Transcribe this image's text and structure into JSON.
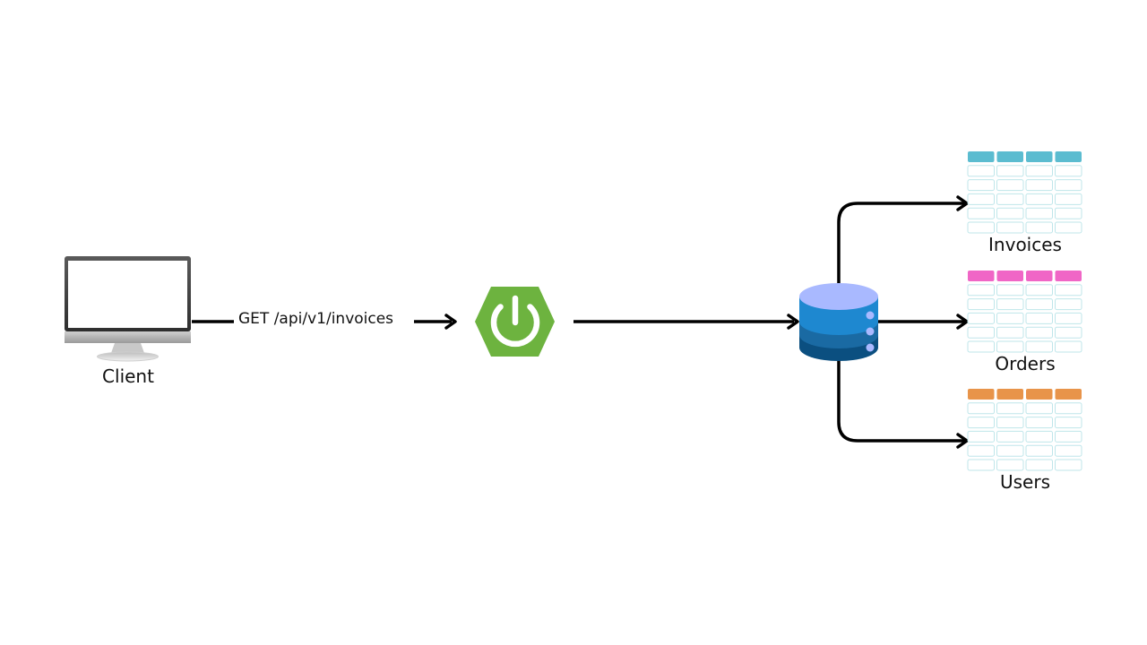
{
  "client": {
    "label": "Client"
  },
  "request": {
    "label": "GET /api/v1/invoices"
  },
  "server": {
    "icon": "power-icon",
    "color": "#6db33f"
  },
  "database": {
    "icon": "database-icon",
    "colors": [
      "#a9b9ff",
      "#1e88d0",
      "#1a6aa3",
      "#0b4f80"
    ]
  },
  "tables": [
    {
      "label": "Invoices",
      "header_color": "#5bbcd0"
    },
    {
      "label": "Orders",
      "header_color": "#f066c6"
    },
    {
      "label": "Users",
      "header_color": "#e8944a"
    }
  ]
}
